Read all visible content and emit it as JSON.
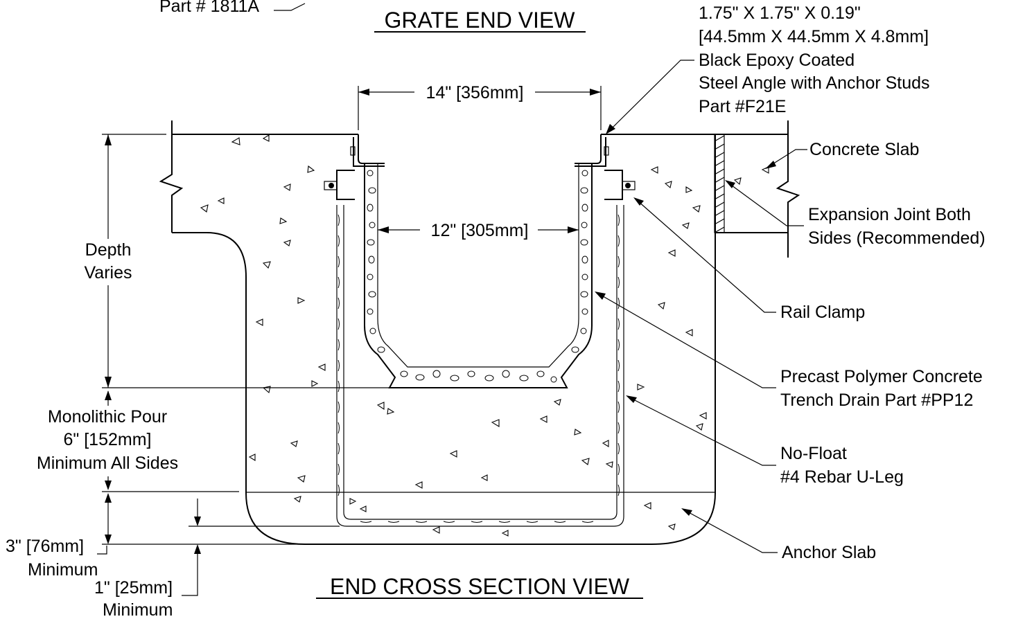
{
  "titles": {
    "top": "GRATE END VIEW",
    "bottom": "END CROSS SECTION VIEW"
  },
  "labels": {
    "part_top_left": "Part # 1811A",
    "angle_line1": "1.75\" X 1.75\" X 0.19\"",
    "angle_line2": "[44.5mm X 44.5mm X 4.8mm]",
    "angle_line3": "Black Epoxy Coated",
    "angle_line4": "Steel Angle with Anchor Studs",
    "angle_line5": "Part #F21E",
    "concrete_slab": "Concrete Slab",
    "expansion_line1": "Expansion Joint Both",
    "expansion_line2": "Sides (Recommended)",
    "rail_clamp": "Rail Clamp",
    "precast_line1": "Precast Polymer Concrete",
    "precast_line2": "Trench Drain Part #PP12",
    "nofloat_line1": "No-Float",
    "nofloat_line2": "#4 Rebar U-Leg",
    "anchor_slab": "Anchor Slab",
    "depth_line1": "Depth",
    "depth_line2": "Varies",
    "mono_line1": "Monolithic Pour",
    "mono_line2": "6\" [152mm]",
    "mono_line3": "Minimum All Sides",
    "three_in_line1": "3\" [76mm]",
    "three_in_line2": "Minimum",
    "one_in_line1": "1\" [25mm]",
    "one_in_line2": "Minimum"
  },
  "dimensions": {
    "outer_width": "14\" [356mm]",
    "inner_width": "12\" [305mm]"
  }
}
